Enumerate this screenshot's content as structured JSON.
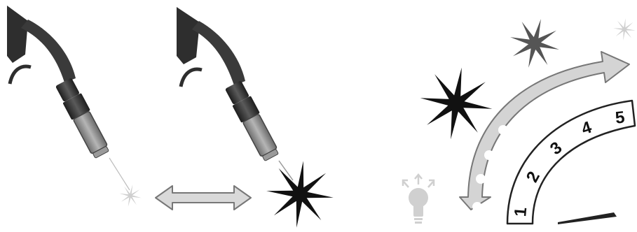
{
  "scale": {
    "labels": [
      "1",
      "2",
      "3",
      "4",
      "5"
    ]
  },
  "icons": {
    "torch_left": "welding-torch",
    "torch_middle": "welding-torch",
    "spark_small": "spark",
    "spark_large": "spark",
    "double_arrow": "double-arrow",
    "curved_arrow": "curved-double-arrow",
    "bulb": "light-bulb",
    "needle": "dial-needle"
  },
  "colors": {
    "torch_dark": "#2e2e2e",
    "torch_mid": "#555555",
    "nozzle": "#8a8a8a",
    "arrow_fill": "#d4d4d4",
    "arrow_stroke": "#7a7a7a",
    "spark_black": "#111111",
    "spark_gray": "#555555",
    "spark_light": "#cfcfcf"
  }
}
